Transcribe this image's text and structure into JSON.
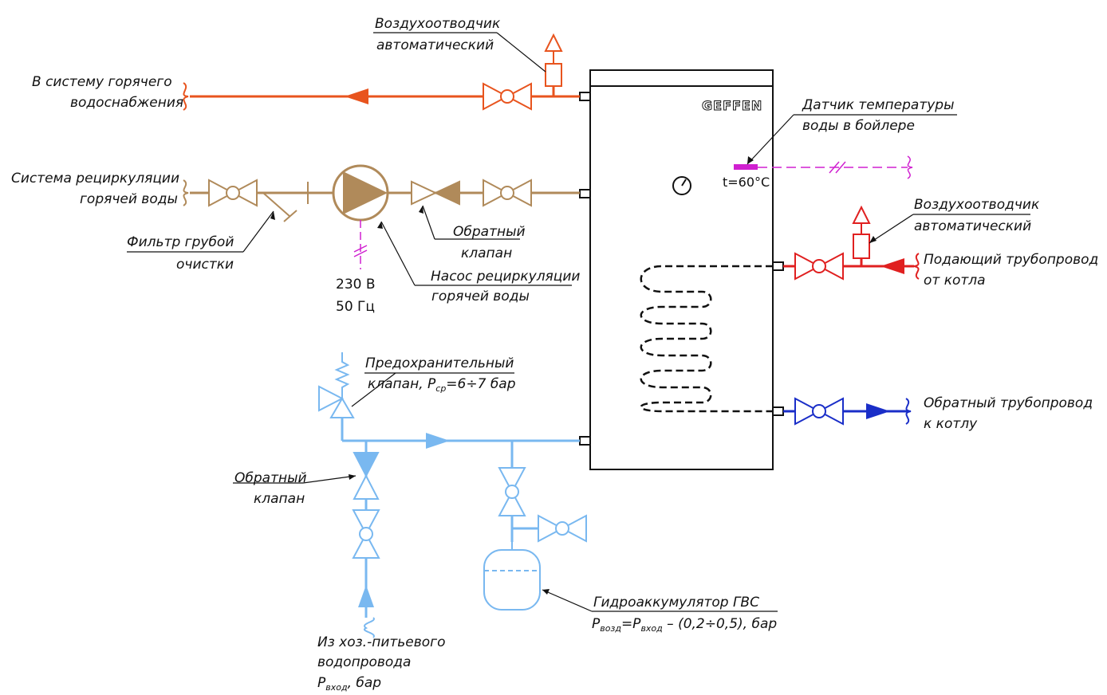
{
  "colors": {
    "hot_water": "#e8541e",
    "recirculation": "#b08a5a",
    "supply": "#e02020",
    "return": "#1a2ec8",
    "cold_water": "#79b8f0",
    "sensor": "#d020d0",
    "line": "#111111"
  },
  "boiler": {
    "brand": "GEFFEN",
    "temperature": "t=60°C"
  },
  "labels": {
    "air_vent_top_1": "Воздухоотводчик",
    "air_vent_top_2": "автоматический",
    "hot_supply_1": "В систему горячего",
    "hot_supply_2": "водоснабжения",
    "recirc_1": "Система рециркуляции",
    "recirc_2": "горячей воды",
    "filter_1": "Фильтр грубой",
    "filter_2": "очистки",
    "voltage_1": "230 В",
    "voltage_2": "50 Гц",
    "pump_1": "Насос рециркуляции",
    "pump_2": "горячей воды",
    "check_valve_top_1": "Обратный",
    "check_valve_top_2": "клапан",
    "sensor_1": "Датчик температуры",
    "sensor_2": "воды в бойлере",
    "air_vent_right_1": "Воздухоотводчик",
    "air_vent_right_2": "автоматический",
    "boiler_supply_1": "Подающий трубопровод",
    "boiler_supply_2": "от котла",
    "boiler_return_1": "Обратный трубопровод",
    "boiler_return_2": "к котлу",
    "safety_1": "Предохранительный",
    "safety_2_pre": "клапан, P",
    "safety_2_sub": "ср",
    "safety_2_post": "=6÷7 бар",
    "check_valve_bottom_1": "Обратный",
    "check_valve_bottom_2": "клапан",
    "accum_1": "Гидроаккумулятор ГВС",
    "accum_2_p1": "P",
    "accum_2_s1": "возд",
    "accum_2_p2": "=P",
    "accum_2_s2": "вход",
    "accum_2_p3": " – (0,2÷0,5), бар",
    "inlet_1": "Из хоз.-питьевого",
    "inlet_2": "водопровода",
    "inlet_3_p": "P",
    "inlet_3_s": "вход",
    "inlet_3_post": ", бар"
  }
}
